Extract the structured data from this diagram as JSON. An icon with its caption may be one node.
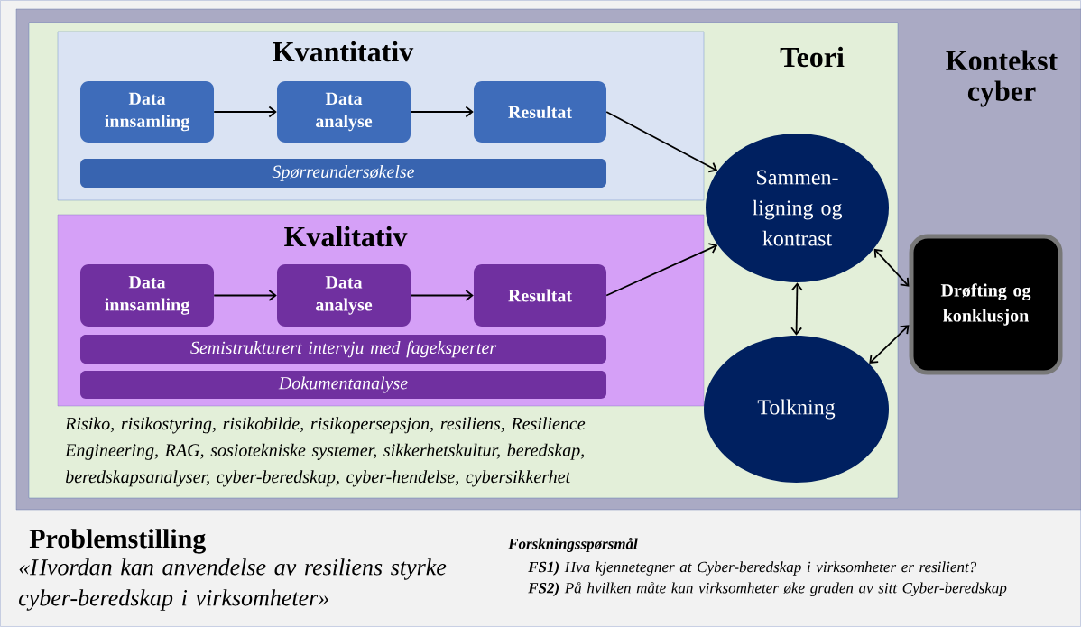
{
  "diagram": {
    "nodes": [
      {
        "text": [
          "Kontekst cyber"
        ]
      },
      {
        "text": [
          "Teori"
        ],
        "in": 0
      },
      {
        "text": [
          "Kvantitativ"
        ],
        "in": 1
      },
      {
        "text": [
          "Data innsamling"
        ],
        "in": 2
      },
      {
        "text": [
          "Data analyse"
        ],
        "in": 2
      },
      {
        "text": [
          "Resultat"
        ],
        "in": 2
      },
      {
        "text": [
          "Spørreundersøkelse"
        ],
        "in": 2
      },
      {
        "text": [
          "Kvalitativ"
        ],
        "in": 1
      },
      {
        "text": [
          "Data innsamling"
        ],
        "in": 7
      },
      {
        "text": [
          "Data analyse"
        ],
        "in": 7
      },
      {
        "text": [
          "Resultat"
        ],
        "in": 7
      },
      {
        "text": [
          "Semistrukturert intervju med fageksperter"
        ],
        "in": 7
      },
      {
        "text": [
          "Dokumentanalyse"
        ],
        "in": 7
      },
      {
        "text": [
          "Sammen- ligning og kontrast"
        ],
        "in": 1
      },
      {
        "text": [
          "Tolkning"
        ],
        "in": 1
      },
      {
        "text": [
          "Drøfting og konklusjon"
        ],
        "in": 0
      }
    ],
    "edges": [
      {
        "from": 3,
        "to": 4,
        "arrow": "to"
      },
      {
        "from": 4,
        "to": 5,
        "arrow": "to"
      },
      {
        "from": 8,
        "to": 9,
        "arrow": "to"
      },
      {
        "from": 9,
        "to": 10,
        "arrow": "to"
      },
      {
        "from": 5,
        "to": 13,
        "arrow": "to"
      },
      {
        "from": 10,
        "to": 13,
        "arrow": "to"
      },
      {
        "from": 13,
        "to": 14,
        "arrow": "both"
      },
      {
        "from": 13,
        "to": 15,
        "arrow": "both"
      },
      {
        "from": 14,
        "to": 15,
        "arrow": "both"
      }
    ],
    "labels": [
      "Risiko, risikostyring, risikobilde, risikopersepsjon, resiliens, Resilience Engineering, RAG, sosiotekniske systemer, sikkerhetskultur, beredskap, beredskapsanalyser, cyber-beredskap, cyber-hendelse, cybersikkerhet",
      "Problemstilling",
      "«Hvordan kan anvendelse av resiliens styrke cyber-beredskap i virksomheter»",
      "Forskningsspørsmål",
      "**FS1)** Hva kjennetegner at Cyber-beredskap i virksomheter er resilient?",
      "**FS2)** På hvilken måte kan virksomheter øke graden av sitt Cyber-beredskap"
    ]
  }
}
